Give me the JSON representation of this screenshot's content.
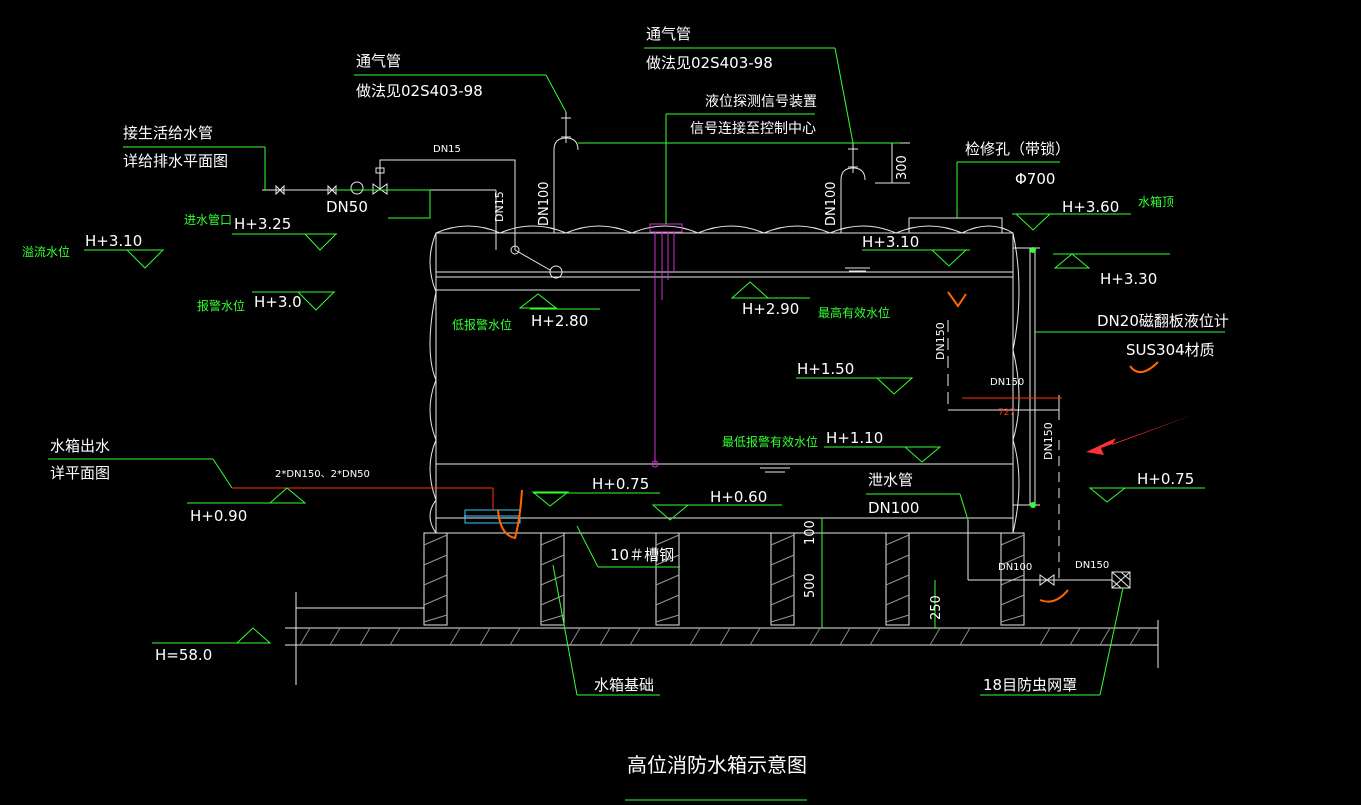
{
  "title": "高位消防水箱示意图",
  "labels": {
    "vent1_title": "通气管",
    "vent1_ref": "做法见02S403-98",
    "vent2_title": "通气管",
    "vent2_ref": "做法见02S403-98",
    "level_signal": "液位探测信号装置",
    "signal_link": "信号连接至控制中心",
    "domestic_pipe": "接生活给水管",
    "domestic_ref": "详给排水平面图",
    "dn15_a": "DN15",
    "dn15_b": "DN15",
    "dn100_a": "DN100",
    "dn100_b": "DN100",
    "dn50": "DN50",
    "dim_300": "300",
    "manhole": "检修孔（带锁）",
    "manhole_size": "Φ700",
    "tank_top": "水箱顶",
    "h360": "H+3.60",
    "inlet_port": "进水管口",
    "h325": "H+3.25",
    "overflow_level": "溢流水位",
    "h310_left": "H+3.10",
    "h310_right": "H+3.10",
    "alarm_level": "报警水位",
    "h30": "H+3.0",
    "h330": "H+3.30",
    "low_alarm": "低报警水位",
    "h280": "H+2.80",
    "h290": "H+2.90",
    "max_eff": "最高有效水位",
    "gauge": "DN20磁翻板液位计",
    "material": "SUS304材质",
    "dn150_a": "DN150",
    "dn150_b": "DN150",
    "dn150_c": "DN150",
    "dn150_d": "DN150",
    "h150": "H+1.50",
    "dim_727": "727",
    "min_alarm": "最低报警有效水位",
    "h110": "H+1.10",
    "outlet": "水箱出水",
    "outlet_ref": "详平面图",
    "pipes_out": "2*DN150、2*DN50",
    "h090": "H+0.90",
    "h075_in": "H+0.75",
    "h060": "H+0.60",
    "h075_out": "H+0.75",
    "drain": "泄水管",
    "drain_size": "DN100",
    "dim_100": "100",
    "dim_500": "500",
    "dim_250": "250",
    "channel": "10＃槽钢",
    "dn100_c": "DN100",
    "h580": "H=58.0",
    "foundation": "水箱基础",
    "screen": "18目防虫网罩"
  },
  "colors": {
    "background": "#000000",
    "leader": "#33ff33",
    "text": "#ffffff",
    "tank": "#e8e8e8",
    "probe": "#cc33cc",
    "pipe_red": "#ff3300",
    "orange": "#ff6600",
    "arrow": "#ff3333",
    "cyan": "#33ccff"
  }
}
